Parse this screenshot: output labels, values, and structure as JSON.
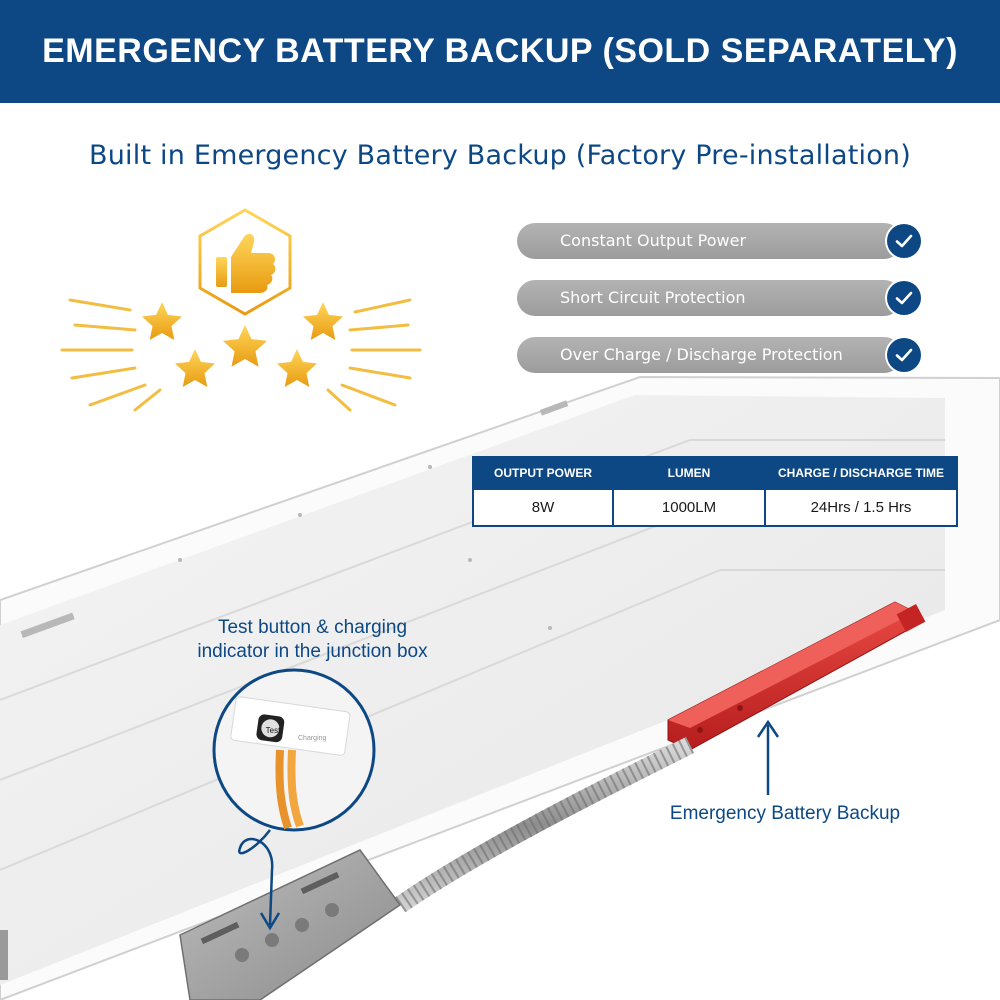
{
  "header": {
    "title": "EMERGENCY BATTERY BACKUP (SOLD SEPARATELY)"
  },
  "subtitle": "Built in Emergency Battery Backup (Factory Pre-installation)",
  "features": [
    {
      "label": "Constant Output Power"
    },
    {
      "label": "Short Circuit Protection"
    },
    {
      "label": "Over Charge / Discharge Protection"
    }
  ],
  "specs_table": {
    "headers": [
      "OUTPUT POWER",
      "LUMEN",
      "CHARGE / DISCHARGE TIME"
    ],
    "rows": [
      [
        "8W",
        "1000LM",
        "24Hrs / 1.5 Hrs"
      ]
    ]
  },
  "callouts": {
    "test_line1": "Test button & charging",
    "test_line2": "indicator in the junction box",
    "battery": "Emergency Battery Backup"
  },
  "junction_box": {
    "test_button": "Test",
    "charging_label": "Charging"
  },
  "icons": {
    "rating": "thumbs-up-icon",
    "stars": "star-icon",
    "check": "check-icon"
  },
  "colors": {
    "brand_blue": "#0d4885",
    "gold": "#f0b429",
    "battery_red": "#d42a2a",
    "pill_gray": "#a8a8a8"
  }
}
